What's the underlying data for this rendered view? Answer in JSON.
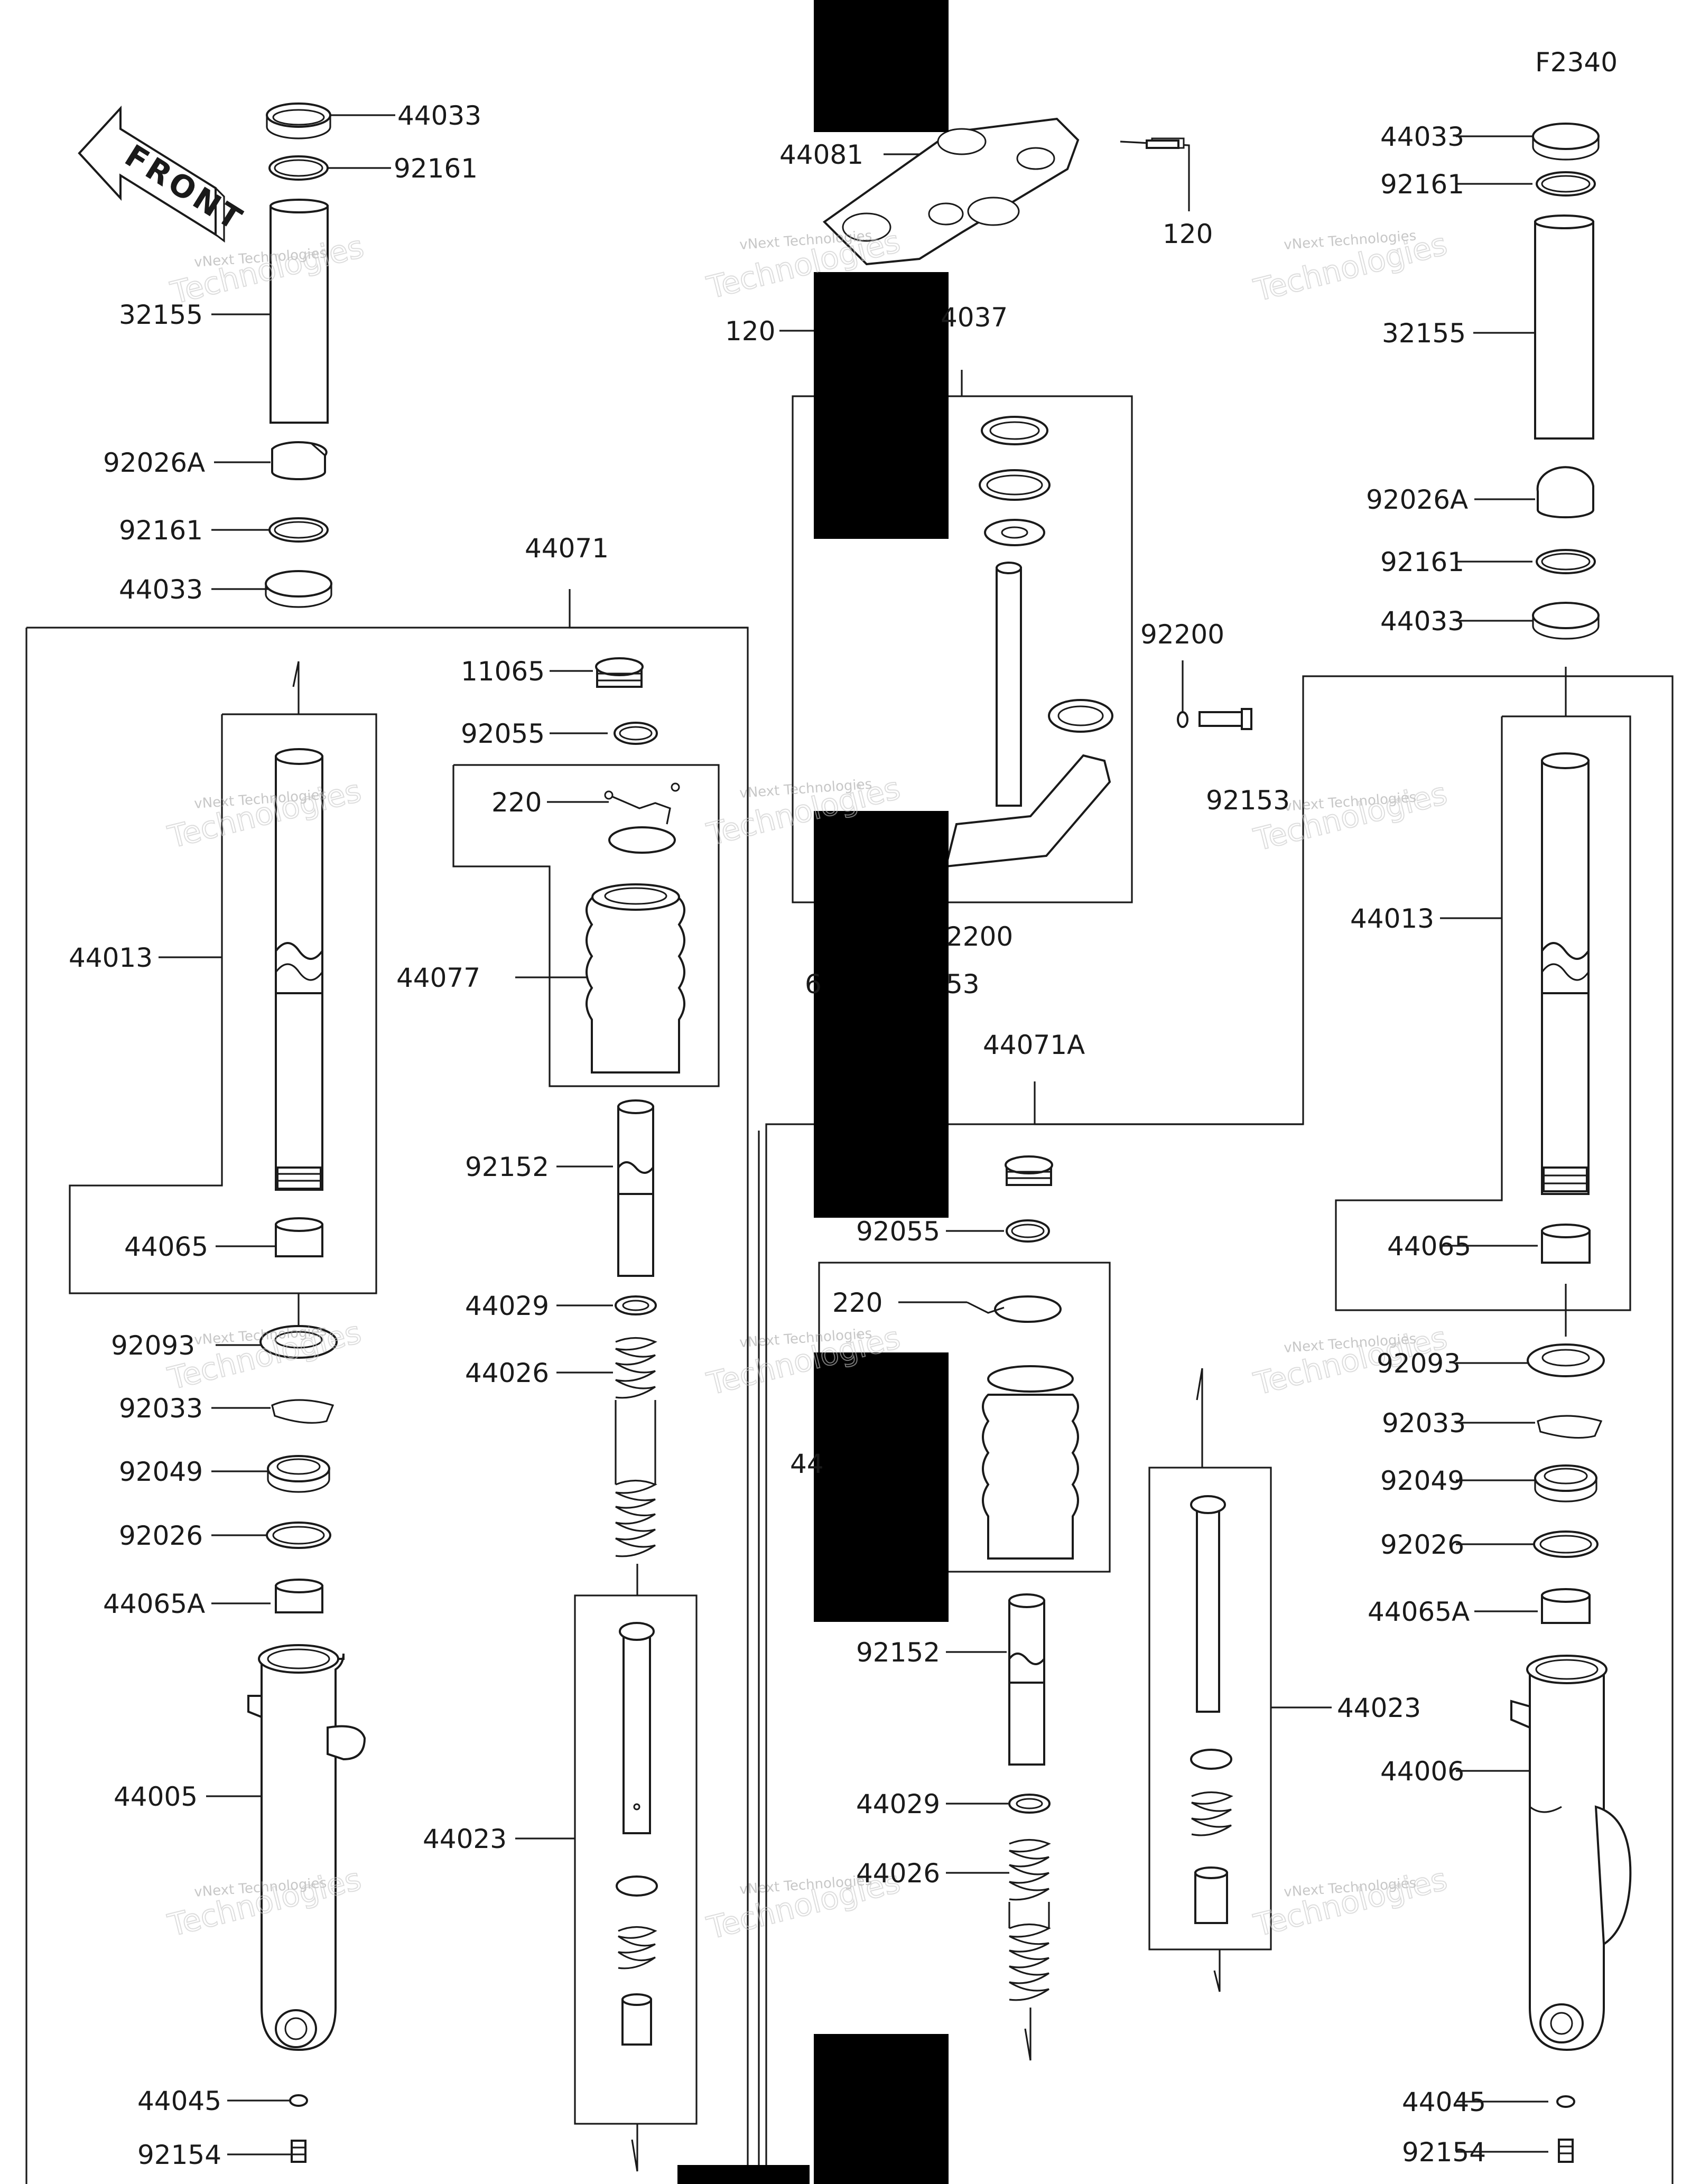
{
  "code": "F2340",
  "front_label": "FRONT",
  "watermark": {
    "line1": "vNext Technologies",
    "line2": "Technologies"
  },
  "labels": {
    "l_44033_a": "44033",
    "l_92161_a": "92161",
    "l_32155_a": "32155",
    "l_92026A_a": "92026A",
    "l_92161_b": "92161",
    "l_44033_b": "44033",
    "l_44071": "44071",
    "l_11065": "11065",
    "l_92055_a": "92055",
    "l_220_a": "220",
    "l_44077": "44077",
    "l_44013_a": "44013",
    "l_92152_a": "92152",
    "l_44065_a": "44065",
    "l_44029_a": "44029",
    "l_92093_a": "92093",
    "l_44026_a": "44026",
    "l_92033_a": "92033",
    "l_92049_a": "92049",
    "l_92026_a": "92026",
    "l_44065A_a": "44065A",
    "l_44005": "44005",
    "l_44023_a": "44023",
    "l_44045_a": "44045",
    "l_92154_a": "92154",
    "l_44081": "44081",
    "l_120_a": "120",
    "l_120_b": "120",
    "l_44037": "4037",
    "l_92200_a": "92200",
    "l_92153_a": "92153",
    "l_92200_b": "2200",
    "l_92153_b": "53",
    "l_frag_6": "6",
    "l_44071A": "44071A",
    "l_92055_b": "92055",
    "l_220_b": "220",
    "l_frag_44": "44",
    "l_92152_b": "92152",
    "l_44029_b": "44029",
    "l_44026_b": "44026",
    "l_44033_c": "44033",
    "l_92161_c": "92161",
    "l_32155_b": "32155",
    "l_92026A_b": "92026A",
    "l_92161_d": "92161",
    "l_44033_d": "44033",
    "l_44013_b": "44013",
    "l_44065_b": "44065",
    "l_92093_b": "92093",
    "l_92033_b": "92033",
    "l_92049_b": "92049",
    "l_92026_b": "92026",
    "l_44065A_b": "44065A",
    "l_44023_b": "44023",
    "l_44006": "44006",
    "l_44045_b": "44045",
    "l_92154_b": "92154"
  }
}
